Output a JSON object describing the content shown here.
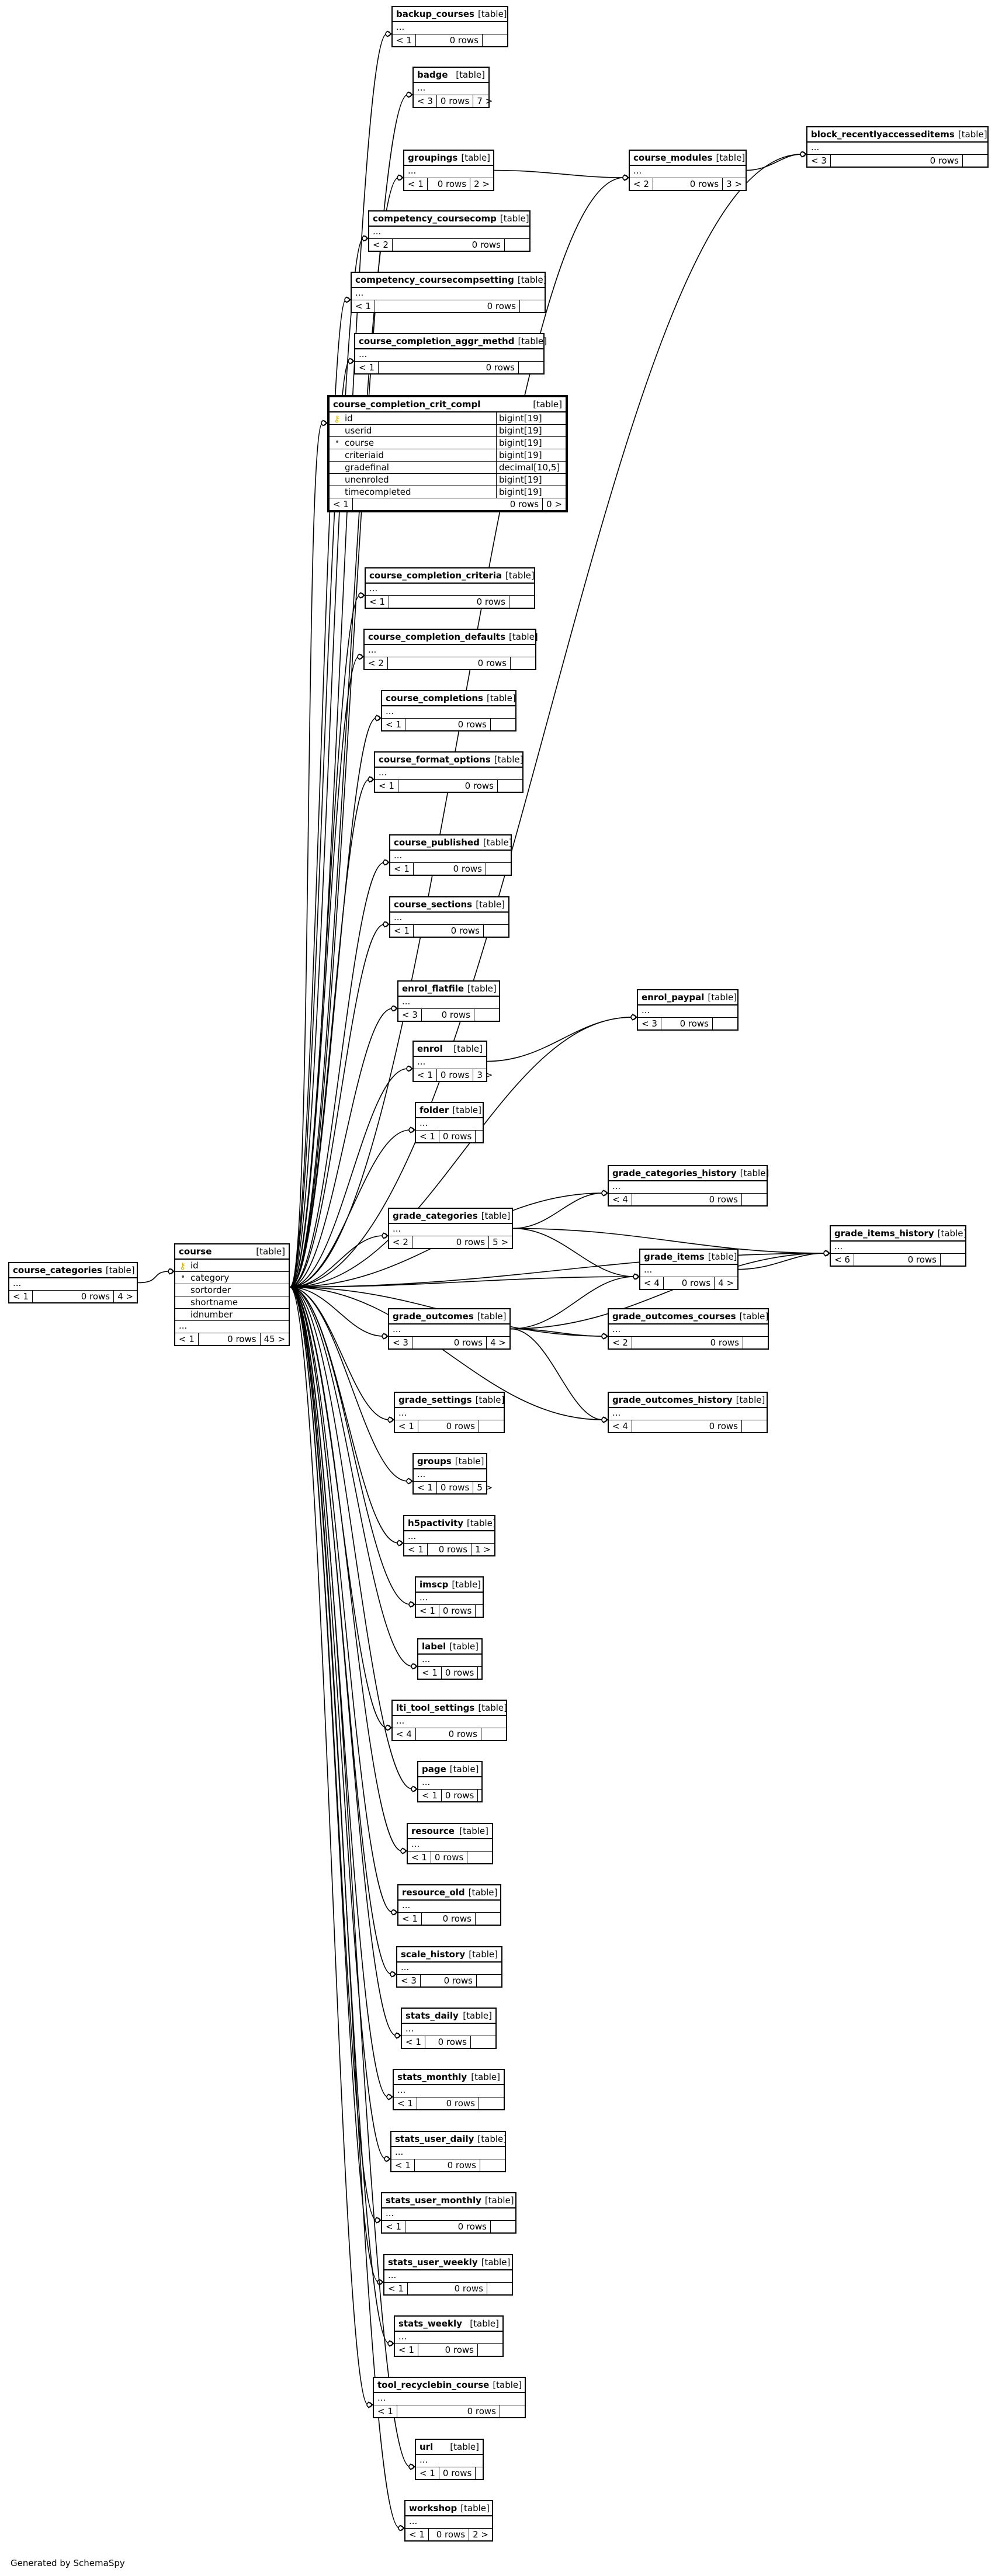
{
  "generated_by": "Generated by SchemaSpy",
  "type_label": "[table]",
  "ellipsis": "...",
  "tables": [
    {
      "id": "backup_courses",
      "name": "backup_courses",
      "left": "< 1",
      "rows": "0 rows",
      "right": ""
    },
    {
      "id": "badge",
      "name": "badge",
      "left": "< 3",
      "rows": "0 rows",
      "right": "7 >"
    },
    {
      "id": "groupings",
      "name": "groupings",
      "left": "< 1",
      "rows": "0 rows",
      "right": "2 >"
    },
    {
      "id": "course_modules",
      "name": "course_modules",
      "left": "< 2",
      "rows": "0 rows",
      "right": "3 >"
    },
    {
      "id": "block_recentlyaccesseditems",
      "name": "block_recentlyaccesseditems",
      "left": "< 3",
      "rows": "0 rows",
      "right": ""
    },
    {
      "id": "competency_coursecomp",
      "name": "competency_coursecomp",
      "left": "< 2",
      "rows": "0 rows",
      "right": ""
    },
    {
      "id": "competency_coursecompsetting",
      "name": "competency_coursecompsetting",
      "left": "< 1",
      "rows": "0 rows",
      "right": ""
    },
    {
      "id": "course_completion_aggr_methd",
      "name": "course_completion_aggr_methd",
      "left": "< 1",
      "rows": "0 rows",
      "right": ""
    },
    {
      "id": "course_completion_criteria",
      "name": "course_completion_criteria",
      "left": "< 1",
      "rows": "0 rows",
      "right": ""
    },
    {
      "id": "course_completion_defaults",
      "name": "course_completion_defaults",
      "left": "< 2",
      "rows": "0 rows",
      "right": ""
    },
    {
      "id": "course_completions",
      "name": "course_completions",
      "left": "< 1",
      "rows": "0 rows",
      "right": ""
    },
    {
      "id": "course_format_options",
      "name": "course_format_options",
      "left": "< 1",
      "rows": "0 rows",
      "right": ""
    },
    {
      "id": "course_published",
      "name": "course_published",
      "left": "< 1",
      "rows": "0 rows",
      "right": ""
    },
    {
      "id": "course_sections",
      "name": "course_sections",
      "left": "< 1",
      "rows": "0 rows",
      "right": ""
    },
    {
      "id": "enrol_flatfile",
      "name": "enrol_flatfile",
      "left": "< 3",
      "rows": "0 rows",
      "right": ""
    },
    {
      "id": "enrol_paypal",
      "name": "enrol_paypal",
      "left": "< 3",
      "rows": "0 rows",
      "right": ""
    },
    {
      "id": "enrol",
      "name": "enrol",
      "left": "< 1",
      "rows": "0 rows",
      "right": "3 >"
    },
    {
      "id": "folder",
      "name": "folder",
      "left": "< 1",
      "rows": "0 rows",
      "right": ""
    },
    {
      "id": "grade_categories_history",
      "name": "grade_categories_history",
      "left": "< 4",
      "rows": "0 rows",
      "right": ""
    },
    {
      "id": "grade_categories",
      "name": "grade_categories",
      "left": "< 2",
      "rows": "0 rows",
      "right": "5 >"
    },
    {
      "id": "grade_items",
      "name": "grade_items",
      "left": "< 4",
      "rows": "0 rows",
      "right": "4 >"
    },
    {
      "id": "grade_items_history",
      "name": "grade_items_history",
      "left": "< 6",
      "rows": "0 rows",
      "right": ""
    },
    {
      "id": "course_categories",
      "name": "course_categories",
      "left": "< 1",
      "rows": "0 rows",
      "right": "4 >"
    },
    {
      "id": "grade_outcomes",
      "name": "grade_outcomes",
      "left": "< 3",
      "rows": "0 rows",
      "right": "4 >"
    },
    {
      "id": "grade_outcomes_courses",
      "name": "grade_outcomes_courses",
      "left": "< 2",
      "rows": "0 rows",
      "right": ""
    },
    {
      "id": "grade_settings",
      "name": "grade_settings",
      "left": "< 1",
      "rows": "0 rows",
      "right": ""
    },
    {
      "id": "grade_outcomes_history",
      "name": "grade_outcomes_history",
      "left": "< 4",
      "rows": "0 rows",
      "right": ""
    },
    {
      "id": "groups",
      "name": "groups",
      "left": "< 1",
      "rows": "0 rows",
      "right": "5 >"
    },
    {
      "id": "h5pactivity",
      "name": "h5pactivity",
      "left": "< 1",
      "rows": "0 rows",
      "right": "1 >"
    },
    {
      "id": "imscp",
      "name": "imscp",
      "left": "< 1",
      "rows": "0 rows",
      "right": ""
    },
    {
      "id": "label",
      "name": "label",
      "left": "< 1",
      "rows": "0 rows",
      "right": ""
    },
    {
      "id": "lti_tool_settings",
      "name": "lti_tool_settings",
      "left": "< 4",
      "rows": "0 rows",
      "right": ""
    },
    {
      "id": "page",
      "name": "page",
      "left": "< 1",
      "rows": "0 rows",
      "right": ""
    },
    {
      "id": "resource",
      "name": "resource",
      "left": "< 1",
      "rows": "0 rows",
      "right": ""
    },
    {
      "id": "resource_old",
      "name": "resource_old",
      "left": "< 1",
      "rows": "0 rows",
      "right": ""
    },
    {
      "id": "scale_history",
      "name": "scale_history",
      "left": "< 3",
      "rows": "0 rows",
      "right": ""
    },
    {
      "id": "stats_daily",
      "name": "stats_daily",
      "left": "< 1",
      "rows": "0 rows",
      "right": ""
    },
    {
      "id": "stats_monthly",
      "name": "stats_monthly",
      "left": "< 1",
      "rows": "0 rows",
      "right": ""
    },
    {
      "id": "stats_user_daily",
      "name": "stats_user_daily",
      "left": "< 1",
      "rows": "0 rows",
      "right": ""
    },
    {
      "id": "stats_user_monthly",
      "name": "stats_user_monthly",
      "left": "< 1",
      "rows": "0 rows",
      "right": ""
    },
    {
      "id": "stats_user_weekly",
      "name": "stats_user_weekly",
      "left": "< 1",
      "rows": "0 rows",
      "right": ""
    },
    {
      "id": "stats_weekly",
      "name": "stats_weekly",
      "left": "< 1",
      "rows": "0 rows",
      "right": ""
    },
    {
      "id": "tool_recyclebin_course",
      "name": "tool_recyclebin_course",
      "left": "< 1",
      "rows": "0 rows",
      "right": ""
    },
    {
      "id": "url",
      "name": "url",
      "left": "< 1",
      "rows": "0 rows",
      "right": ""
    },
    {
      "id": "workshop",
      "name": "workshop",
      "left": "< 1",
      "rows": "0 rows",
      "right": "2 >"
    }
  ],
  "course": {
    "name": "course",
    "columns": [
      {
        "name": "id",
        "key": "pk"
      },
      {
        "name": "category",
        "key": "fk"
      },
      {
        "name": "sortorder",
        "key": ""
      },
      {
        "name": "shortname",
        "key": ""
      },
      {
        "name": "idnumber",
        "key": ""
      }
    ],
    "left": "< 1",
    "rows": "0 rows",
    "right": "45 >"
  },
  "crit_compl": {
    "name": "course_completion_crit_compl",
    "columns": [
      {
        "name": "id",
        "type": "bigint[19]",
        "key": "pk"
      },
      {
        "name": "userid",
        "type": "bigint[19]",
        "key": ""
      },
      {
        "name": "course",
        "type": "bigint[19]",
        "key": "fk"
      },
      {
        "name": "criteriaid",
        "type": "bigint[19]",
        "key": ""
      },
      {
        "name": "gradefinal",
        "type": "decimal[10,5]",
        "key": ""
      },
      {
        "name": "unenroled",
        "type": "bigint[19]",
        "key": ""
      },
      {
        "name": "timecompleted",
        "type": "bigint[19]",
        "key": ""
      }
    ],
    "left": "< 1",
    "rows": "0 rows",
    "right": "0 >"
  },
  "relations": [
    [
      "course",
      "backup_courses"
    ],
    [
      "course",
      "badge"
    ],
    [
      "course",
      "groupings"
    ],
    [
      "course",
      "competency_coursecomp"
    ],
    [
      "course",
      "competency_coursecompsetting"
    ],
    [
      "course",
      "course_completion_aggr_methd"
    ],
    [
      "course",
      "crit_compl"
    ],
    [
      "course",
      "course_completion_criteria"
    ],
    [
      "course",
      "course_completion_defaults"
    ],
    [
      "course",
      "course_completions"
    ],
    [
      "course",
      "course_format_options"
    ],
    [
      "course",
      "course_published"
    ],
    [
      "course",
      "course_sections"
    ],
    [
      "course",
      "enrol_flatfile"
    ],
    [
      "course",
      "enrol"
    ],
    [
      "course",
      "folder"
    ],
    [
      "course",
      "grade_categories"
    ],
    [
      "course",
      "grade_outcomes"
    ],
    [
      "course",
      "grade_settings"
    ],
    [
      "course",
      "groups"
    ],
    [
      "course",
      "h5pactivity"
    ],
    [
      "course",
      "imscp"
    ],
    [
      "course",
      "label"
    ],
    [
      "course",
      "lti_tool_settings"
    ],
    [
      "course",
      "page"
    ],
    [
      "course",
      "resource"
    ],
    [
      "course",
      "resource_old"
    ],
    [
      "course",
      "scale_history"
    ],
    [
      "course",
      "stats_daily"
    ],
    [
      "course",
      "stats_monthly"
    ],
    [
      "course",
      "stats_user_daily"
    ],
    [
      "course",
      "stats_user_monthly"
    ],
    [
      "course",
      "stats_user_weekly"
    ],
    [
      "course",
      "stats_weekly"
    ],
    [
      "course",
      "tool_recyclebin_course"
    ],
    [
      "course",
      "url"
    ],
    [
      "course",
      "workshop"
    ],
    [
      "course",
      "course_modules"
    ],
    [
      "course",
      "block_recentlyaccesseditems"
    ],
    [
      "course",
      "enrol_paypal"
    ],
    [
      "course",
      "grade_categories_history"
    ],
    [
      "course",
      "grade_items"
    ],
    [
      "course",
      "grade_items_history"
    ],
    [
      "course",
      "grade_outcomes_courses"
    ],
    [
      "course",
      "grade_outcomes_history"
    ],
    [
      "course_categories",
      "course"
    ],
    [
      "groupings",
      "course_modules"
    ],
    [
      "course_modules",
      "block_recentlyaccesseditems"
    ],
    [
      "enrol",
      "enrol_paypal"
    ],
    [
      "grade_categories",
      "grade_categories_history"
    ],
    [
      "grade_categories",
      "grade_items"
    ],
    [
      "grade_categories",
      "grade_items_history"
    ],
    [
      "grade_items",
      "grade_items_history"
    ],
    [
      "grade_outcomes",
      "grade_items"
    ],
    [
      "grade_outcomes",
      "grade_outcomes_courses"
    ],
    [
      "grade_outcomes",
      "grade_outcomes_history"
    ],
    [
      "grade_outcomes",
      "grade_items_history"
    ]
  ]
}
